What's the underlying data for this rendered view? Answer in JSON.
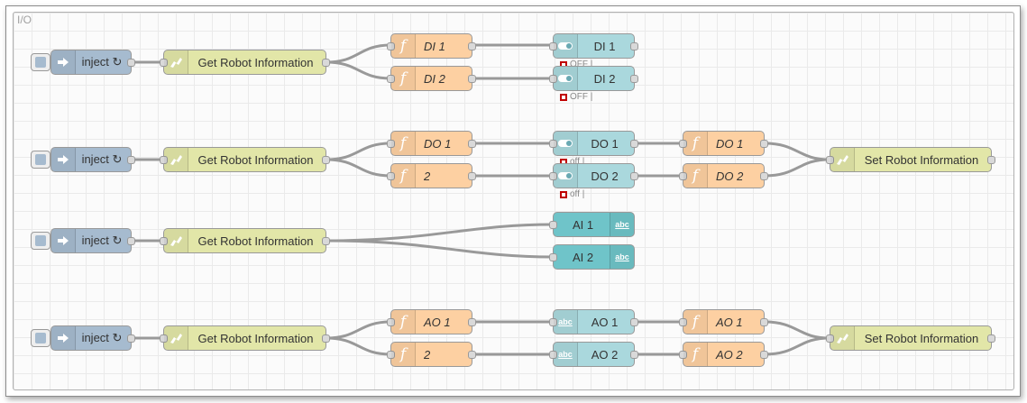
{
  "group": {
    "label": "I/O"
  },
  "rows": [
    {
      "inject": "inject ↻",
      "robot": "Get Robot Information",
      "functions": [
        "DI 1",
        "DI 2"
      ],
      "dashboard": [
        "DI 1",
        "DI 2"
      ],
      "status": [
        "OFF |",
        "OFF |"
      ]
    },
    {
      "inject": "inject ↻",
      "robot": "Get Robot Information",
      "functions": [
        "DO 1",
        "2"
      ],
      "dashboard": [
        "DO 1",
        "DO 2"
      ],
      "status": [
        "off |",
        "off |"
      ],
      "functions2": [
        "DO 1",
        "DO 2"
      ],
      "setter": "Set Robot Information"
    },
    {
      "inject": "inject ↻",
      "robot": "Get Robot Information",
      "dashboard": [
        "AI 1",
        "AI 2"
      ],
      "badge": "abc"
    },
    {
      "inject": "inject ↻",
      "robot": "Get Robot Information",
      "functions": [
        "AO 1",
        "2"
      ],
      "dashboard": [
        "AO 1",
        "AO 2"
      ],
      "badge": "abc",
      "functions2": [
        "AO 1",
        "AO 2"
      ],
      "setter": "Set Robot Information"
    }
  ],
  "icons": {
    "inject": "arrow-right-icon",
    "robot": "robot-icon",
    "function": "function-icon",
    "switch": "toggle-icon",
    "text": "text-abc-icon"
  },
  "colors": {
    "inject": "#a6bbcf",
    "robot": "#e2e6a8",
    "function": "#fdd0a2",
    "switch": "#aad8dd",
    "text": "#6fc4c9",
    "status_red": "#c00000"
  }
}
